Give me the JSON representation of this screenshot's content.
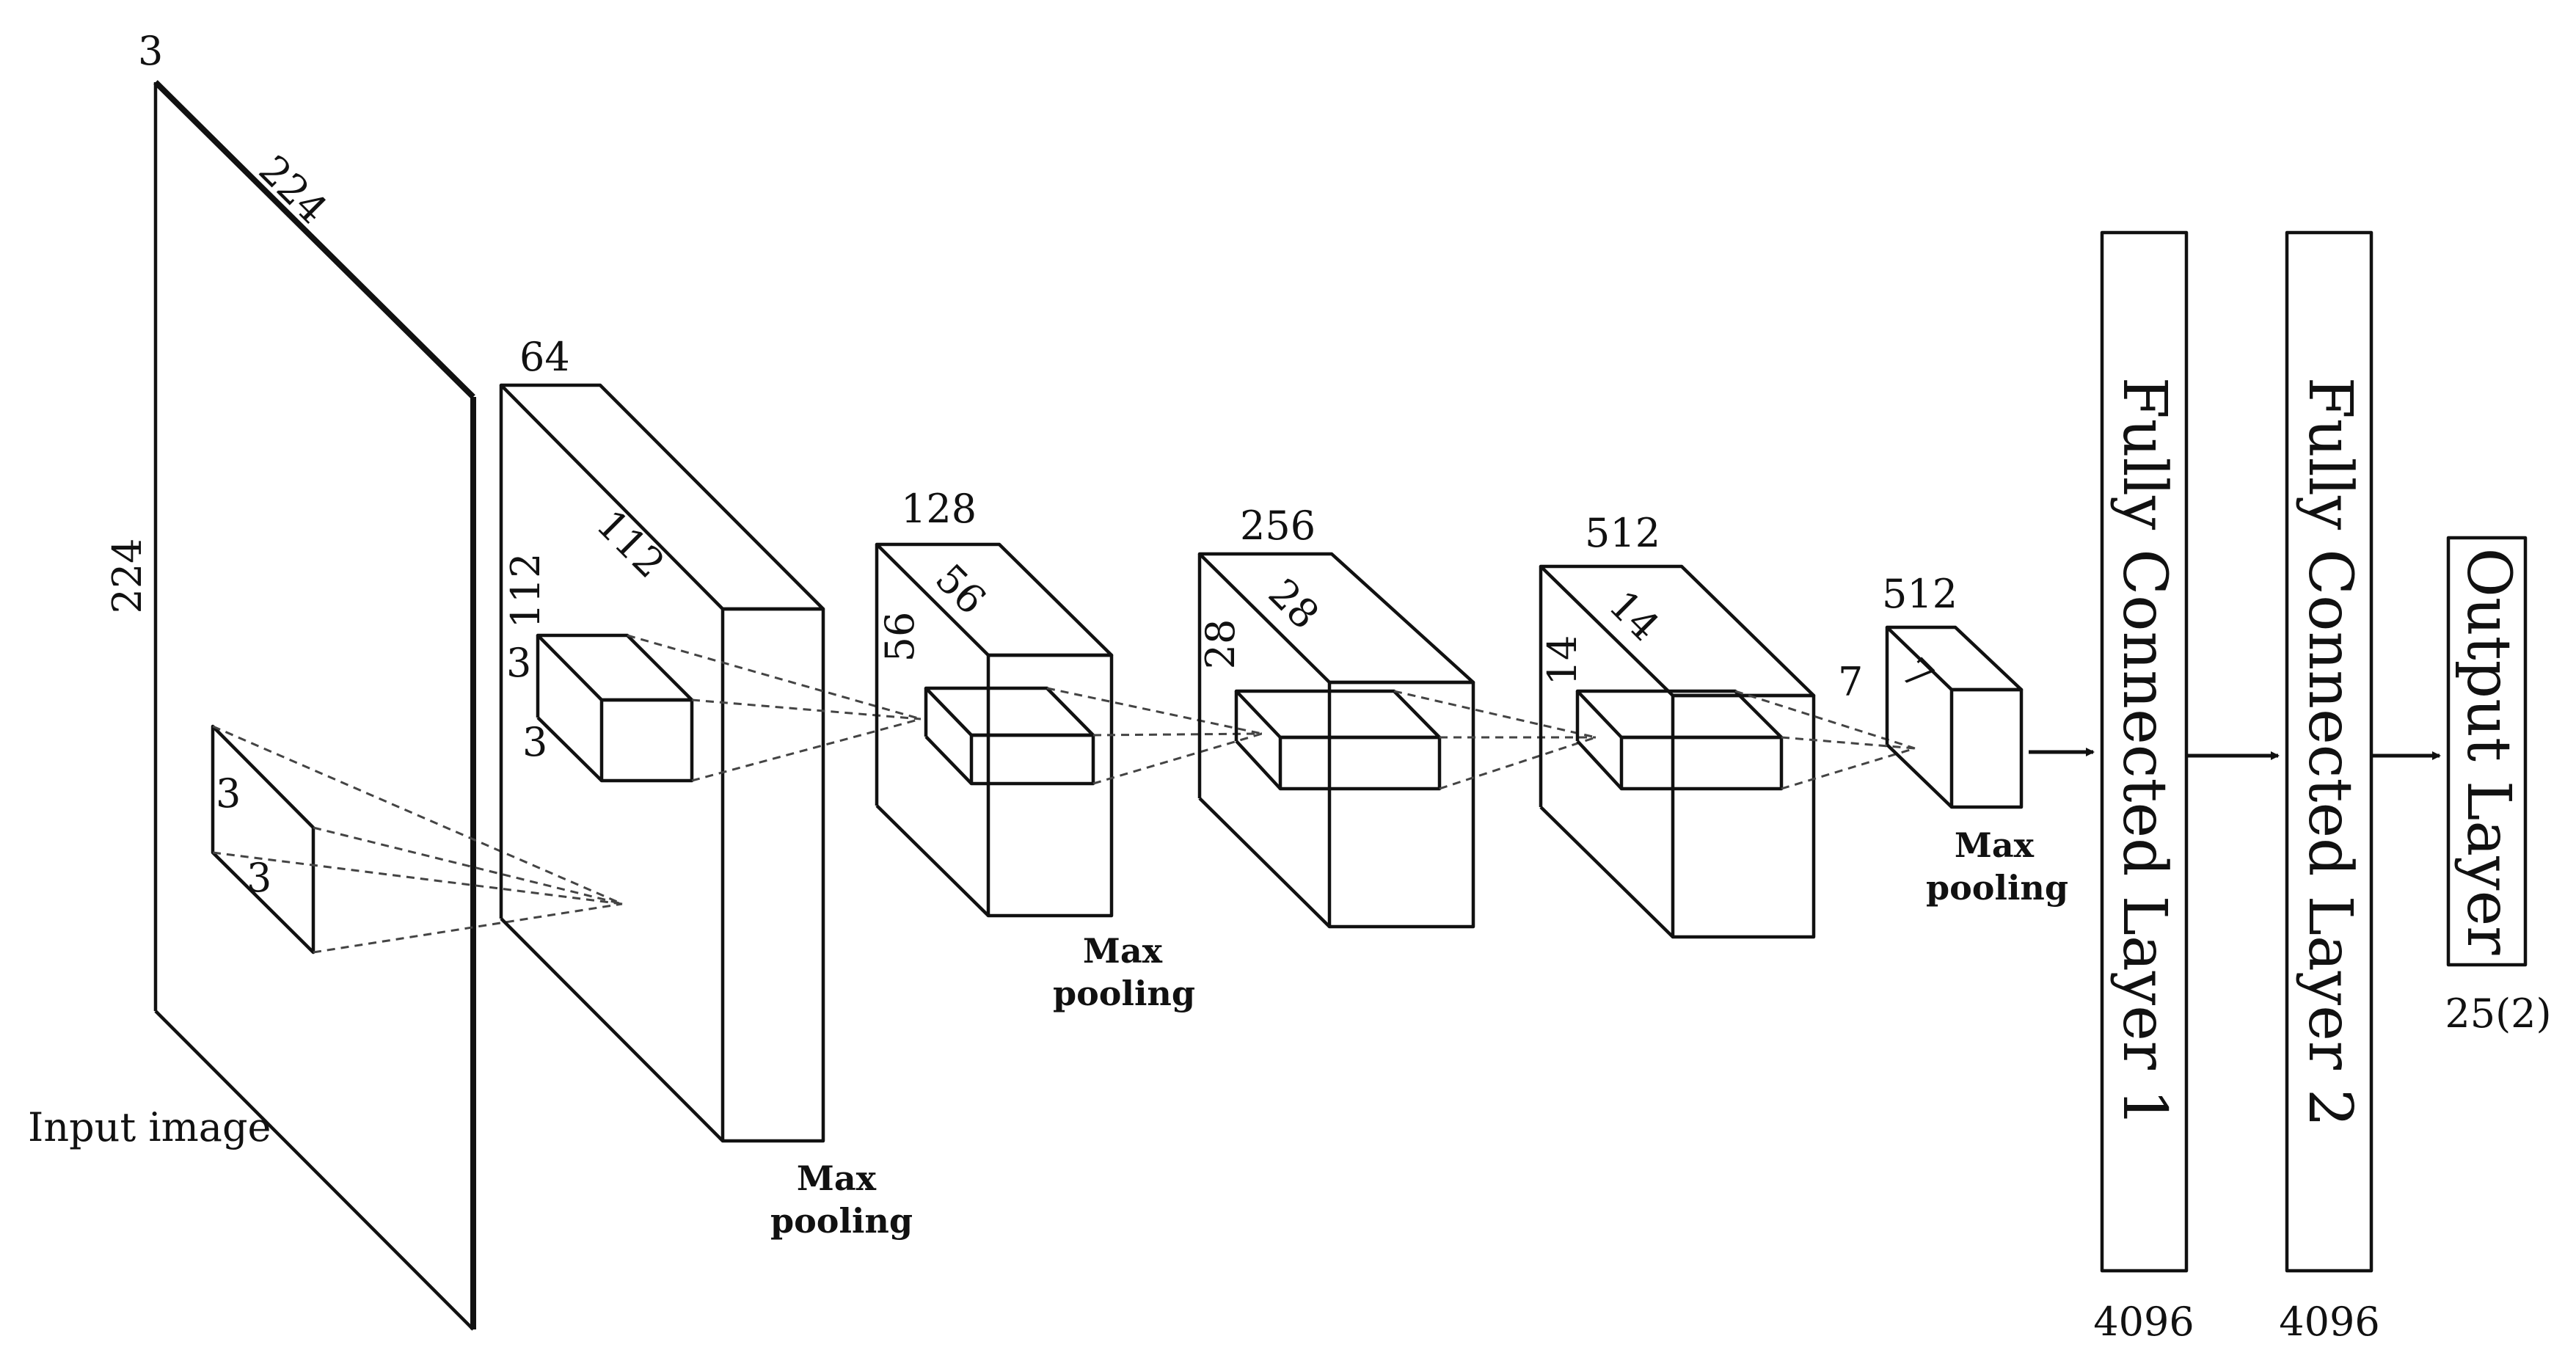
{
  "input": {
    "caption": "Input image",
    "depth": "3",
    "width": "224",
    "height": "224",
    "kernel_h": "3",
    "kernel_w": "3"
  },
  "blocks": [
    {
      "channels": "64",
      "spatial_top": "112",
      "spatial_side": "112",
      "kernel_h": "3",
      "kernel_w": "3"
    },
    {
      "channels": "128",
      "spatial_top": "56",
      "spatial_side": "56"
    },
    {
      "channels": "256",
      "spatial_top": "28",
      "spatial_side": "28"
    },
    {
      "channels": "512",
      "spatial_top": "14",
      "spatial_side": "14"
    },
    {
      "channels": "512",
      "spatial_top": "7",
      "spatial_side": "7"
    }
  ],
  "pooling": {
    "line1": "Max",
    "line2": "pooling"
  },
  "dense": [
    {
      "label": "Fully Connected Layer 1",
      "units": "4096"
    },
    {
      "label": "Fully Connected Layer 2",
      "units": "4096"
    }
  ],
  "output": {
    "label": "Output Layer",
    "units": "25(2)"
  }
}
